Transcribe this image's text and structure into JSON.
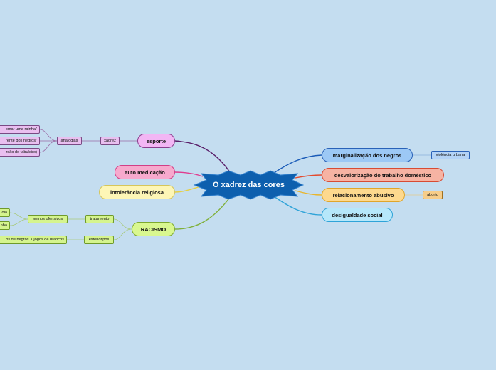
{
  "center": {
    "title": "O xadrez das cores"
  },
  "left": {
    "esporte": {
      "label": "esporte",
      "xadrez": "xadrez",
      "analogias": "analogias",
      "leaves": [
        "omar uma rainha\"",
        "rente dos negros\"",
        "rsão do tabuleiro)"
      ]
    },
    "auto_medicacao": "auto medicação",
    "intolerancia": "intolerância religiosa",
    "racismo": {
      "label": "RACISMO",
      "tratamento": "tratamento",
      "termos": "termos ofensivos",
      "leaves": [
        "ola",
        "nha"
      ],
      "esteriotipos": "esteriótipos",
      "jogos": "os de negros X jogos de brancos"
    }
  },
  "right": {
    "marginalizacao": {
      "label": "marginalização dos negros",
      "child": "violência urbana"
    },
    "desvalorizacao": "desvalorização do trabalho doméstico",
    "relacionamento": {
      "label": "relacionamento abusivo",
      "child": "aborto"
    },
    "desigualdade": "desigualdade social"
  },
  "colors": {
    "center_fill": "#0d5fae",
    "background": "#c4ddf0"
  }
}
